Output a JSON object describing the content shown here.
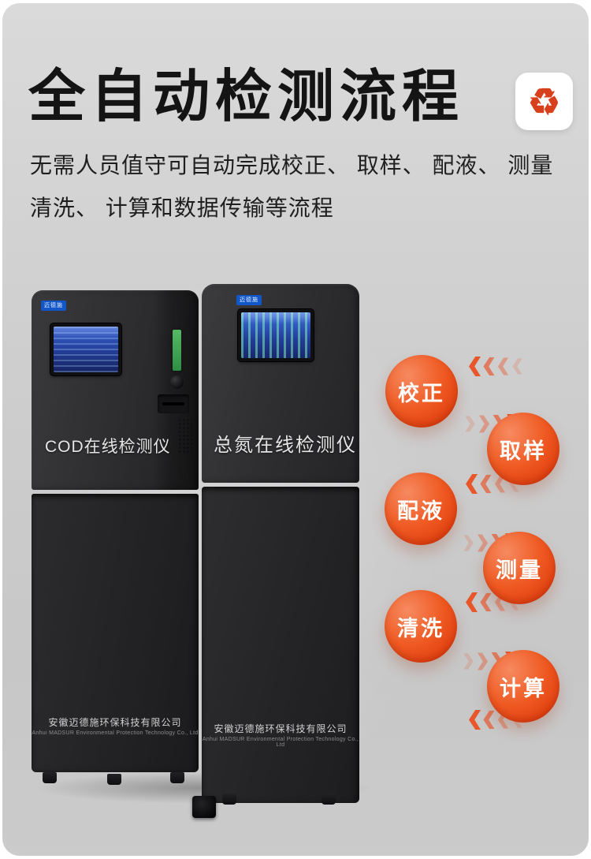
{
  "header": {
    "title": "全自动检测流程",
    "subtitle_line1": "无需人员值守可自动完成校正、 取样、 配液、 测量",
    "subtitle_line2": "清洗、 计算和数据传输等流程",
    "recycle_icon": "♻"
  },
  "machines": [
    {
      "label": "COD在线检测仪",
      "brand_badge": "迈德施",
      "company_cn": "安徽迈德施环保科技有限公司",
      "company_en": "Anhui MADSUR Environmental Protection Technology Co., Ltd"
    },
    {
      "label": "总氮在线检测仪",
      "brand_badge": "迈德施",
      "company_cn": "安徽迈德施环保科技有限公司",
      "company_en": "Anhui MADSUR Environmental Protection Technology Co., Ltd"
    }
  ],
  "flow_steps": [
    {
      "label": "校正"
    },
    {
      "label": "取样"
    },
    {
      "label": "配液"
    },
    {
      "label": "测量"
    },
    {
      "label": "清洗"
    },
    {
      "label": "计算"
    }
  ],
  "icons": {
    "recycle": "recycle-icon",
    "chevron_right": "chevron-right-icon",
    "chevron_left": "chevron-left-icon"
  },
  "colors": {
    "accent": "#e8562b",
    "background": "#cfcfcf",
    "cabinet": "#26262a",
    "screen_blue": "#2a50c0"
  }
}
